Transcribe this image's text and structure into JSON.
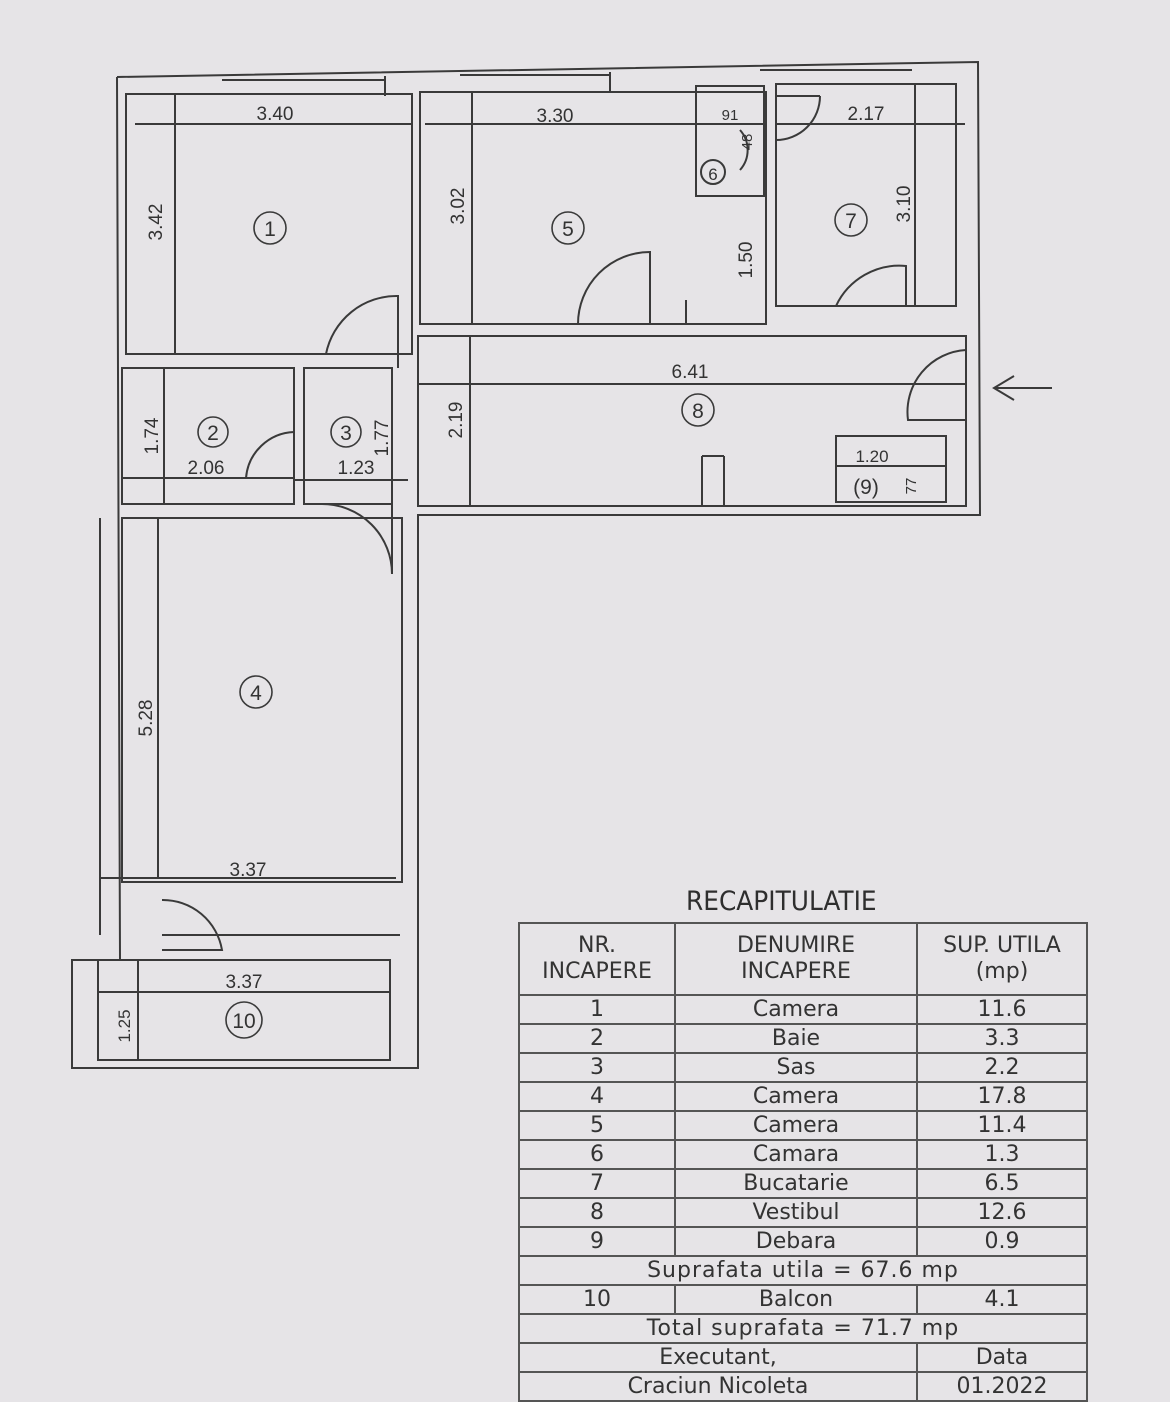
{
  "plan": {
    "rooms": [
      {
        "number": "1"
      },
      {
        "number": "2"
      },
      {
        "number": "3"
      },
      {
        "number": "4"
      },
      {
        "number": "5"
      },
      {
        "number": "6"
      },
      {
        "number": "7"
      },
      {
        "number": "8"
      },
      {
        "number": "(9)"
      },
      {
        "number": "10"
      }
    ],
    "dimensions": {
      "r1_width": "3.40",
      "r1_height": "3.42",
      "r5_width": "3.30",
      "r5_height": "3.02",
      "r6_a": "91",
      "r6_b": "48",
      "r5_b": "1.50",
      "r7_width": "2.17",
      "r7_height": "3.10",
      "r2_width": "2.06",
      "r2_height": "1.74",
      "r3_width": "1.23",
      "r3_height": "1.77",
      "r8_width": "6.41",
      "r8_height": "2.19",
      "r9_width": "1.20",
      "r9_height": "77",
      "r4_height": "5.28",
      "r4_width": "3.37",
      "r10_width": "3.37",
      "r10_height": "1.25"
    }
  },
  "recap": {
    "title": "RECAPITULATIE",
    "headers": {
      "nr_line1": "NR.",
      "nr_line2": "INCAPERE",
      "name_line1": "DENUMIRE",
      "name_line2": "INCAPERE",
      "area_line1": "SUP. UTILA",
      "area_line2": "(mp)"
    },
    "rows": [
      {
        "nr": "1",
        "name": "Camera",
        "area": "11.6"
      },
      {
        "nr": "2",
        "name": "Baie",
        "area": "3.3"
      },
      {
        "nr": "3",
        "name": "Sas",
        "area": "2.2"
      },
      {
        "nr": "4",
        "name": "Camera",
        "area": "17.8"
      },
      {
        "nr": "5",
        "name": "Camera",
        "area": "11.4"
      },
      {
        "nr": "6",
        "name": "Camara",
        "area": "1.3"
      },
      {
        "nr": "7",
        "name": "Bucatarie",
        "area": "6.5"
      },
      {
        "nr": "8",
        "name": "Vestibul",
        "area": "12.6"
      },
      {
        "nr": "9",
        "name": "Debara",
        "area": "0.9"
      }
    ],
    "useful_area": "Suprafata  utila  =    67.6  mp",
    "balcony": {
      "nr": "10",
      "name": "Balcon",
      "area": "4.1"
    },
    "total_area": "Total  suprafata  =    71.7  mp",
    "executant_label": "Executant,",
    "date_label": "Data",
    "executant_name": "Craciun  Nicoleta",
    "date_value": "01.2022"
  }
}
